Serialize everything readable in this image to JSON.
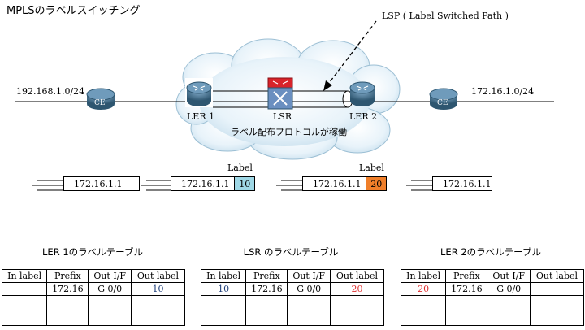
{
  "title": "MPLSのラベルスイッチング",
  "lsp_label": "LSP ( Label Switched Path )",
  "network": {
    "left_subnet": "192.168.1.0/24",
    "right_subnet": "172.16.1.0/24",
    "protocol_note": "ラベル配布プロトコルが稼働"
  },
  "devices": {
    "ce_left": "CE",
    "ler1": "LER 1",
    "lsr": "LSR",
    "ler2": "LER 2",
    "ce_right": "CE"
  },
  "packets": [
    {
      "address": "172.16.1.1",
      "label": "",
      "label_color": ""
    },
    {
      "address": "172.16.1.1",
      "label": "10",
      "label_color": "#9fd8e6"
    },
    {
      "address": "172.16.1.1",
      "label": "20",
      "label_color": "#f07f2a"
    },
    {
      "address": "172.16.1.1",
      "label": "",
      "label_color": ""
    }
  ],
  "label_header": "Label",
  "tables": [
    {
      "caption": "LER 1のラベルテーブル",
      "headers": [
        "In label",
        "Prefix",
        "Out I/F",
        "Out label"
      ],
      "row": [
        "",
        "172.16",
        "G 0/0",
        "10"
      ]
    },
    {
      "caption": "LSR のラベルテーブル",
      "headers": [
        "In label",
        "Prefix",
        "Out I/F",
        "Out label"
      ],
      "row": [
        "10",
        "172.16",
        "G 0/0",
        "20"
      ]
    },
    {
      "caption": "LER 2のラベルテーブル",
      "headers": [
        "In label",
        "Prefix",
        "Out I/F",
        "Out label"
      ],
      "row": [
        "20",
        "172.16",
        "G 0/0",
        ""
      ]
    }
  ],
  "colors": {
    "cloud_fill": "#e2f0f8",
    "router_blue": "#3d6a8a",
    "lsr_red": "#d8232a",
    "label_in_color": "#1f3f7a",
    "label_out_color": "#e03030"
  }
}
